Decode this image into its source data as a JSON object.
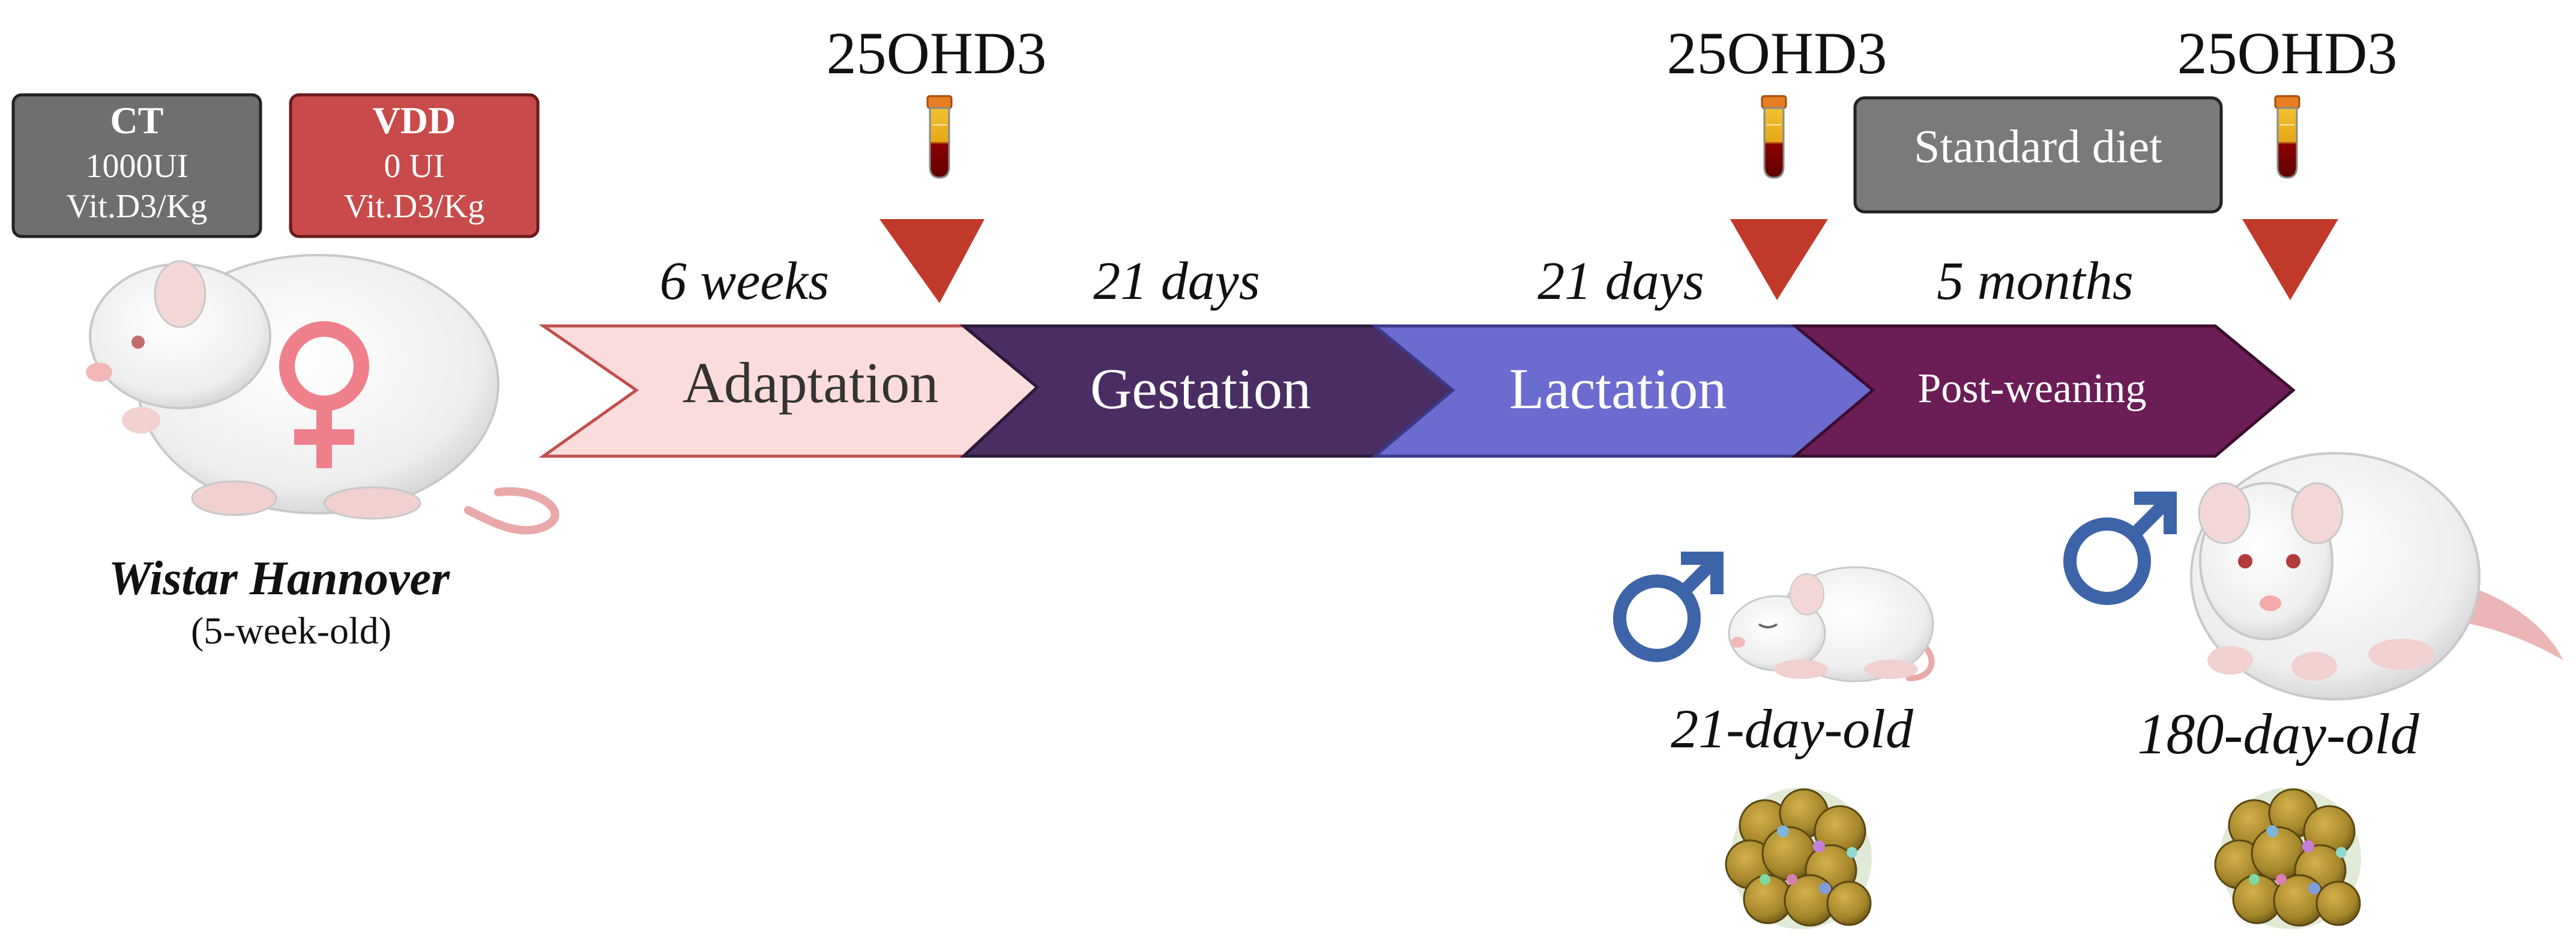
{
  "diet_groups": {
    "ct": {
      "title": "CT",
      "dose": "1000UI",
      "unit": "Vit.D3/Kg",
      "color": "#6f6f6f"
    },
    "vdd": {
      "title": "VDD",
      "dose": "0 UI",
      "unit": "Vit.D3/Kg",
      "color": "#c84a4a"
    }
  },
  "dam": {
    "strain": "Wistar Hannover",
    "age": "(5-week-old)",
    "sex_symbol_color": "#f07f8c"
  },
  "sampling": {
    "label": "25OHD3",
    "label_2": "25OHD3",
    "label_3": "25OHD3",
    "marker_color": "#c0392b"
  },
  "standard_diet": {
    "label": "Standard diet"
  },
  "phases": [
    {
      "name": "Adaptation",
      "duration": "6 weeks",
      "fill": "#fbdcdc",
      "stroke": "#c0504d",
      "text_color": "#333333"
    },
    {
      "name": "Gestation",
      "duration": "21 days",
      "fill": "#4a2d63",
      "stroke": "#2a1a3a",
      "text_color": "#ffffff"
    },
    {
      "name": "Lactation",
      "duration": "21 days",
      "fill": "#6b6bd0",
      "stroke": "#3a3a8a",
      "text_color": "#ffffff"
    },
    {
      "name": "Post-weaning",
      "duration": "5 months",
      "fill": "#6b1d55",
      "stroke": "#3a0d2e",
      "text_color": "#ffffff"
    }
  ],
  "offspring": {
    "pup": {
      "age": "21-day-old"
    },
    "adult": {
      "age": "180-day-old"
    },
    "sex_symbol_color": "#3d64a8"
  }
}
